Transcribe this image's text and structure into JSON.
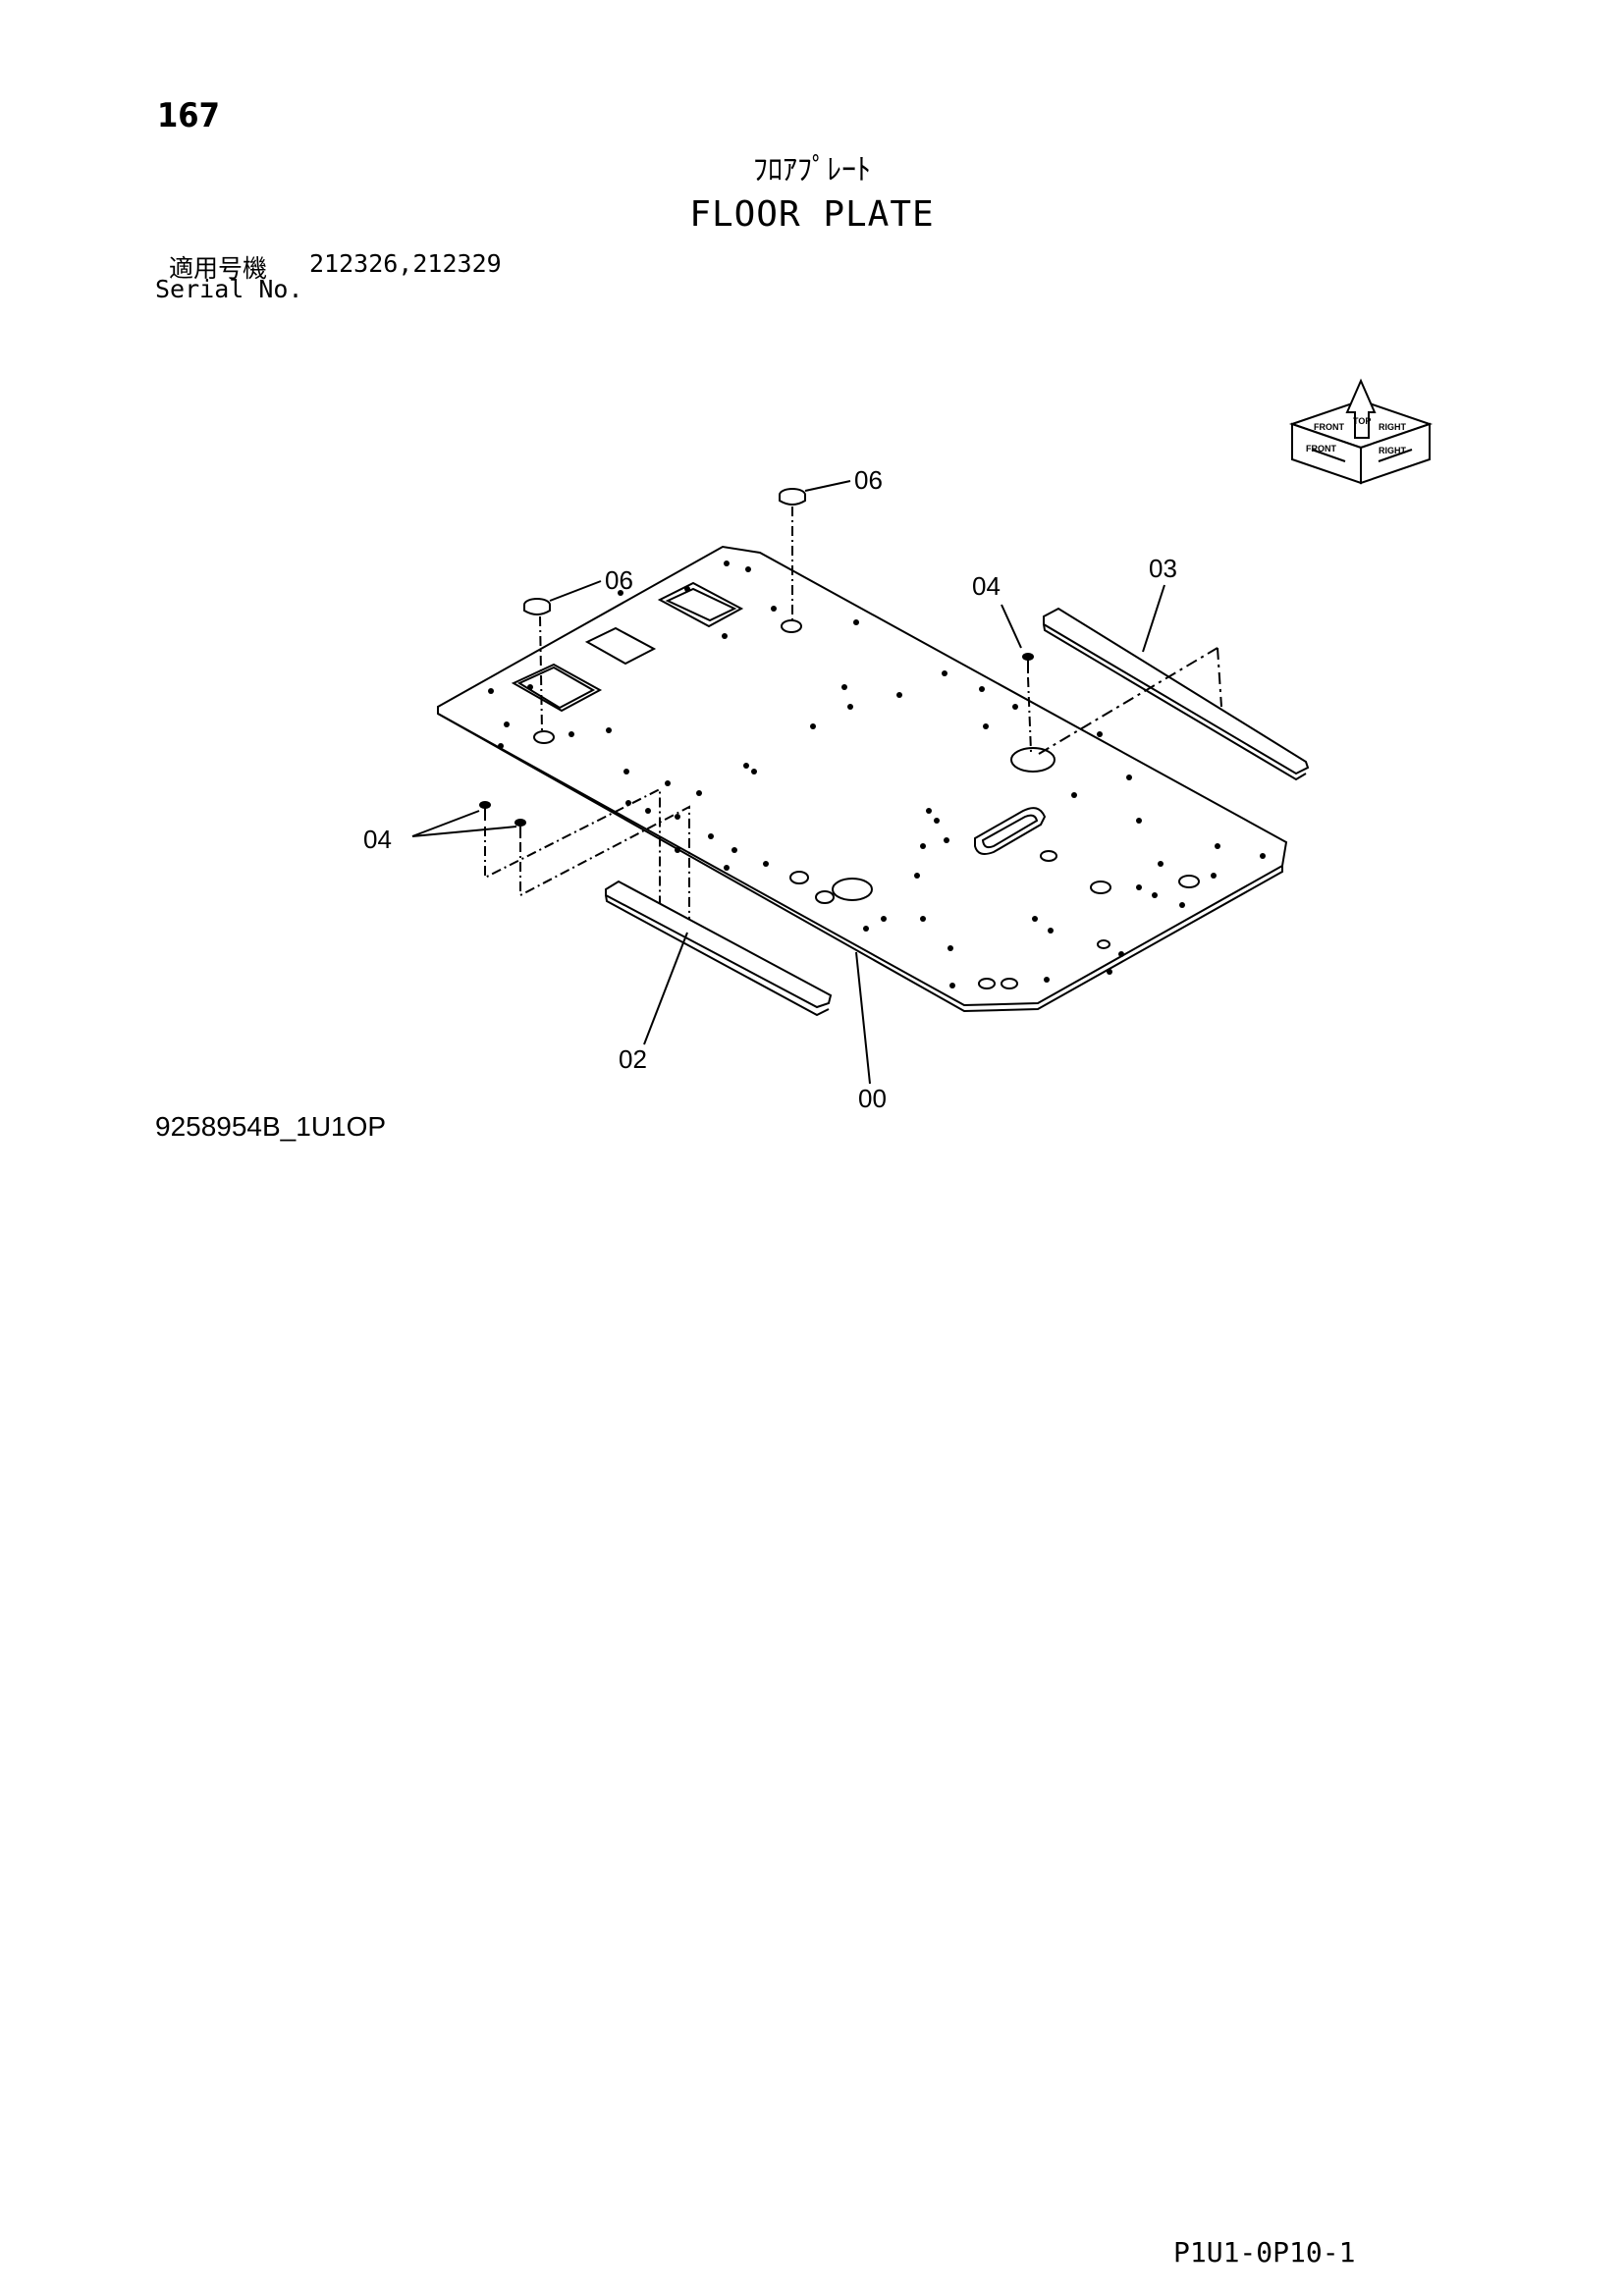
{
  "page": {
    "number": "167",
    "title_jp": "ﾌﾛｱﾌﾟﾚｰﾄ",
    "title_en": "FLOOR PLATE",
    "serial_label_jp": "適用号機",
    "serial_values": "212326,212329",
    "serial_label_en": "Serial No.",
    "drawing_id": "9258954B_1U1OP",
    "page_code": "P1U1-0P10-1"
  },
  "callouts": {
    "c00": "00",
    "c02": "02",
    "c03": "03",
    "c04_top": "04",
    "c04_left": "04",
    "c06_top": "06",
    "c06_left": "06"
  },
  "orientation_icon": {
    "labels": [
      "FRONT",
      "RIGHT",
      "FRONT",
      "RIGHT",
      "TOP"
    ]
  }
}
